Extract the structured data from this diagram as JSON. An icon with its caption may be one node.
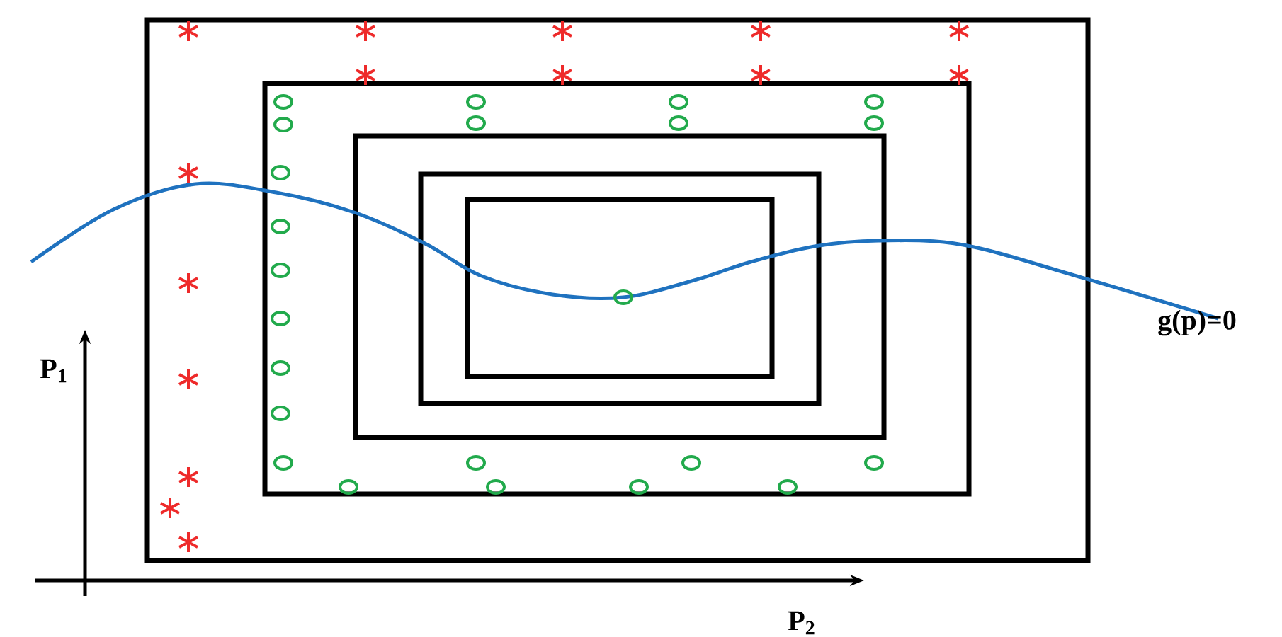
{
  "diagram": {
    "labels": [
      "g(p)=0",
      "P$_{1}$",
      "P$_{2}$"
    ]
  }
}
